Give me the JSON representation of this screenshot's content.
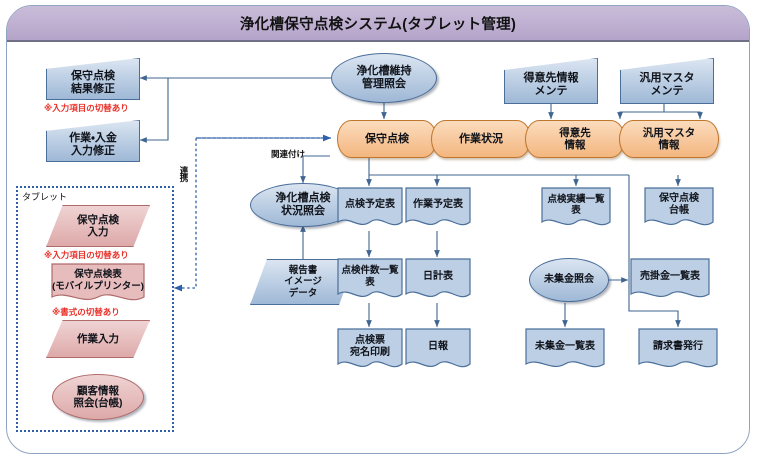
{
  "title": "浄化槽保守点検システム(タブレット管理)",
  "left_column": {
    "boxes": [
      {
        "label": "保守点検\n結果修正",
        "note": "※入力項目の切替あり"
      },
      {
        "label": "作業・入金\n入力修正",
        "note": ""
      }
    ]
  },
  "top_row": {
    "inquiry": "浄化槽維持\n管理照会",
    "maintenance": [
      "得意先情報\nメンテ",
      "汎用マスタ\nメンテ"
    ]
  },
  "database": {
    "segments": [
      "保守点検",
      "作業状況",
      "得意先\n情報",
      "汎用マスタ\n情報"
    ]
  },
  "connector_labels": {
    "link": "連携",
    "relation": "関連付け"
  },
  "middle_column": {
    "inquiry": "浄化槽点検\n状況照会",
    "data": "報告書\nイメージ\nデータ"
  },
  "reports": {
    "row1": [
      "点検予定表",
      "作業予定表",
      "点検実績一覧\n表",
      "保守点検\n台帳"
    ],
    "row2": [
      "点検件数一覧\n表",
      "日計表",
      "売掛金一覧表"
    ],
    "row2_inquiry": "未集金照会",
    "row3": [
      "点検票\n宛名印刷",
      "日報",
      "未集金一覧表",
      "請求書発行"
    ]
  },
  "tablet": {
    "group_label": "タブレット",
    "items": [
      {
        "label": "保守点検\n入力",
        "shape": "parallelogram",
        "note": "※入力項目の切替あり"
      },
      {
        "label": "保守点検表\n(モバイルプリンター)",
        "shape": "document",
        "note": "※書式の切替あり"
      },
      {
        "label": "作業入力",
        "shape": "parallelogram",
        "note": ""
      },
      {
        "label": "顧客情報\n照会(台帳)",
        "shape": "ellipse",
        "note": ""
      }
    ]
  },
  "colors": {
    "title_bg": "#bfb0d2",
    "blue_fill": "#bdcfe4",
    "orange_fill": "#f7c79b",
    "pink_fill": "#e6bcbc",
    "line": "#4a6f9b",
    "note_red": "#e8312a"
  }
}
